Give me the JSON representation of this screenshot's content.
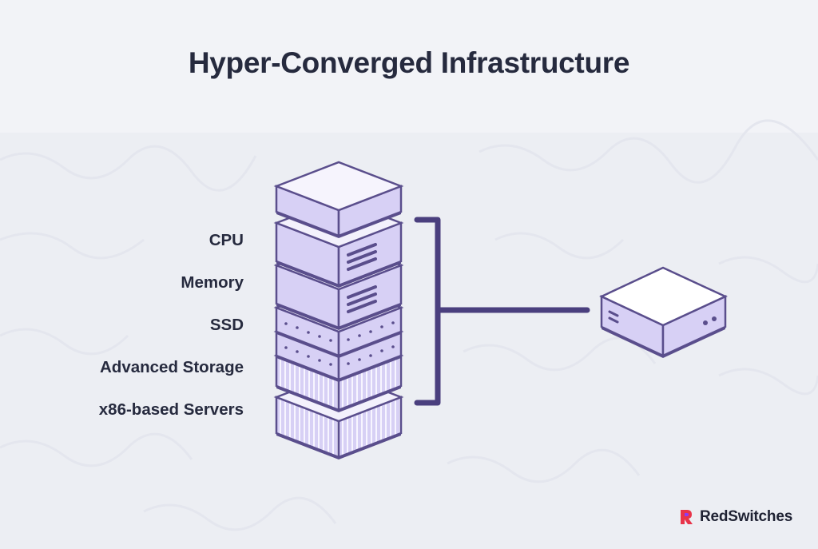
{
  "title": "Hyper-Converged Infrastructure",
  "components": [
    {
      "label": "CPU"
    },
    {
      "label": "Memory"
    },
    {
      "label": "SSD"
    },
    {
      "label": "Advanced Storage"
    },
    {
      "label": "x86-based Servers"
    }
  ],
  "brand": {
    "name": "RedSwitches"
  },
  "colors": {
    "background": "#eceef3",
    "header_band": "#f2f3f7",
    "accent": "#4a3f7e",
    "server_face": "#d7d0f5",
    "server_dark": "#5a4e8c",
    "brand_red": "#e8344a",
    "brand_purple": "#8b3cf6"
  }
}
